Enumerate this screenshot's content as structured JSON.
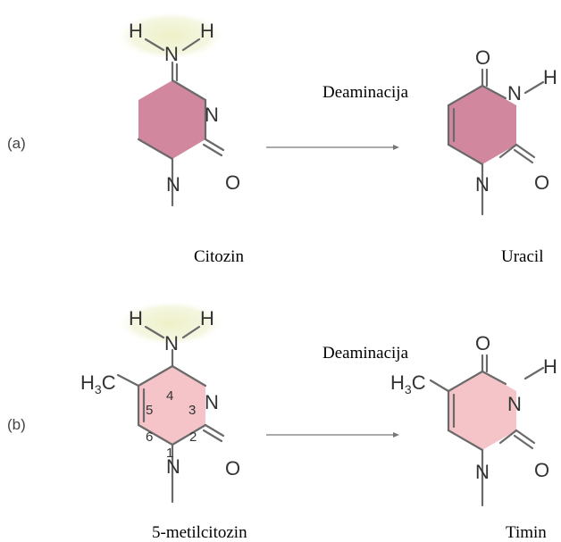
{
  "panels": {
    "a": "(a)",
    "b": "(b)"
  },
  "reaction_a": {
    "label": "Deaminacija",
    "reactant": "Citozin",
    "product": "Uracil"
  },
  "reaction_b": {
    "label": "Deaminacija",
    "reactant": "5-metilcitozin",
    "product": "Timin"
  },
  "atoms": {
    "H": "H",
    "N": "N",
    "O": "O",
    "methyl_main": "H",
    "methyl_sub": "3",
    "methyl_tail": "C"
  },
  "ring_numbers": [
    "1",
    "2",
    "3",
    "4",
    "5",
    "6"
  ],
  "colors": {
    "cytosine_ring": "#c9738e",
    "uracil_ring": "#c9738e",
    "methylcytosine_ring": "#f4c4c8",
    "thymine_ring": "#f4c4c8",
    "amino_glow": "#eef0c8"
  }
}
